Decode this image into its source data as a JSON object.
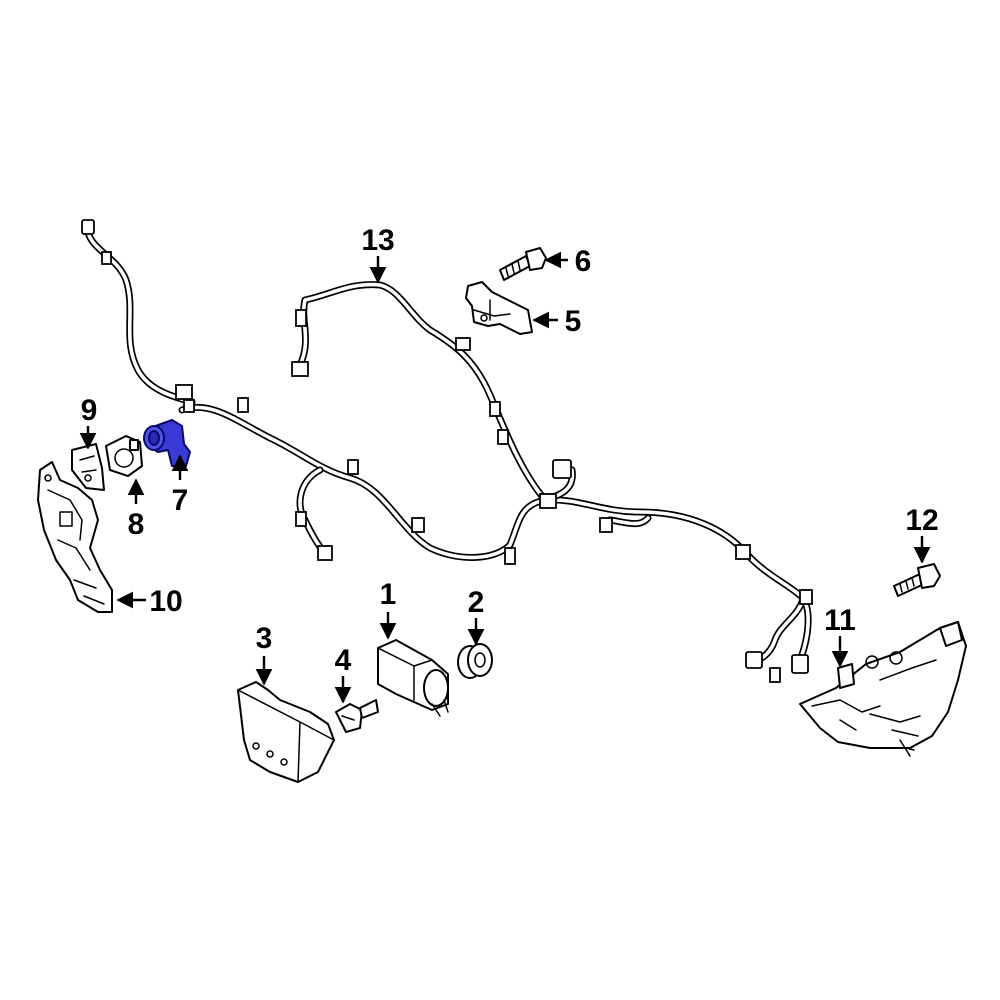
{
  "diagram": {
    "highlight_color": "#3a3ad6",
    "callouts": [
      {
        "id": "1",
        "label": "1"
      },
      {
        "id": "2",
        "label": "2"
      },
      {
        "id": "3",
        "label": "3"
      },
      {
        "id": "4",
        "label": "4"
      },
      {
        "id": "5",
        "label": "5"
      },
      {
        "id": "6",
        "label": "6"
      },
      {
        "id": "7",
        "label": "7"
      },
      {
        "id": "8",
        "label": "8"
      },
      {
        "id": "9",
        "label": "9"
      },
      {
        "id": "10",
        "label": "10"
      },
      {
        "id": "11",
        "label": "11"
      },
      {
        "id": "12",
        "label": "12"
      },
      {
        "id": "13",
        "label": "13"
      }
    ],
    "highlighted_part": "7"
  }
}
